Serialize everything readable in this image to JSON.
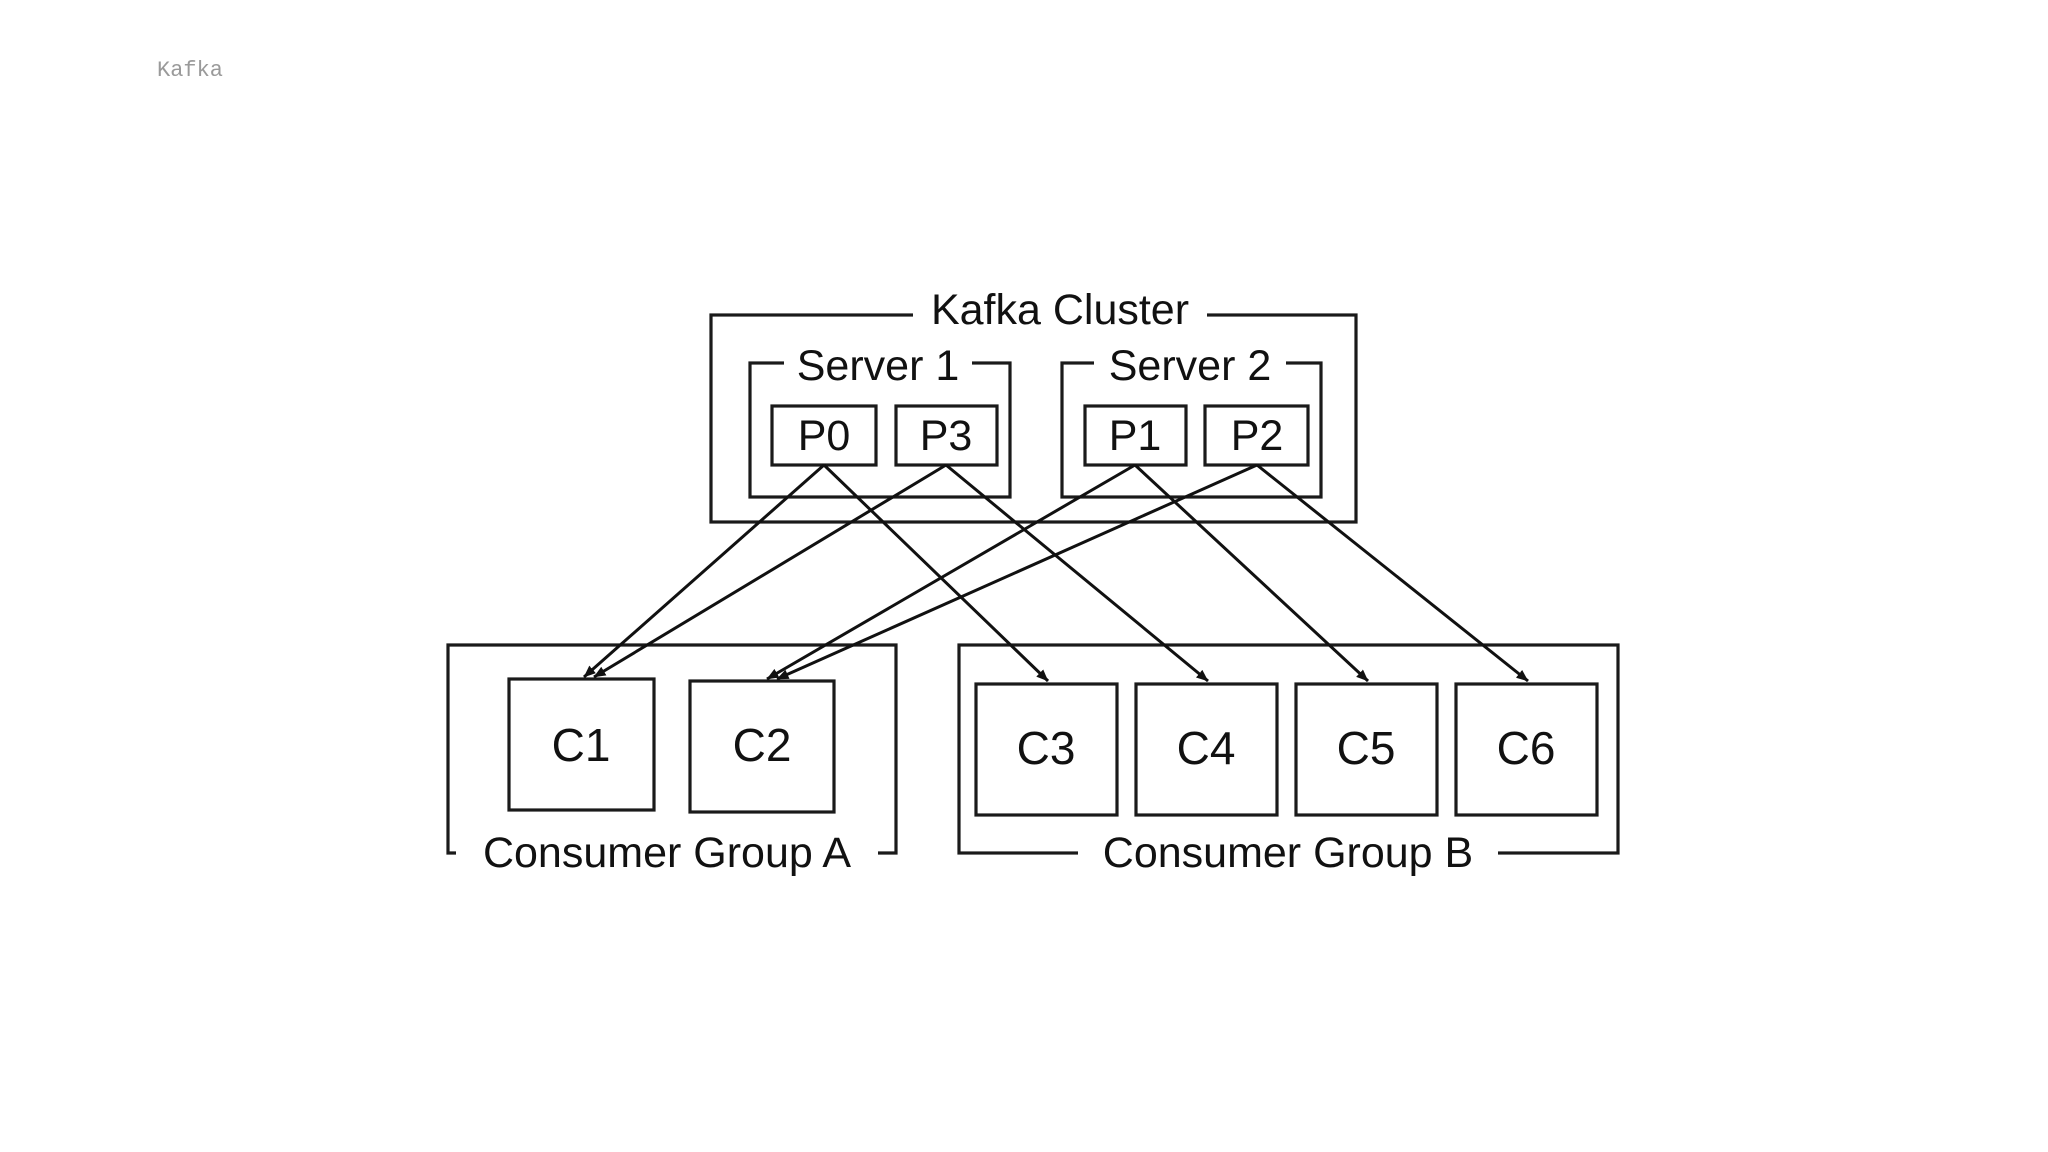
{
  "page_title": "Kafka",
  "diagram": {
    "cluster_label": "Kafka Cluster",
    "servers": [
      {
        "label": "Server 1",
        "partitions": [
          "P0",
          "P3"
        ]
      },
      {
        "label": "Server 2",
        "partitions": [
          "P1",
          "P2"
        ]
      }
    ],
    "consumer_groups": [
      {
        "label": "Consumer Group A",
        "consumers": [
          "C1",
          "C2"
        ]
      },
      {
        "label": "Consumer Group B",
        "consumers": [
          "C3",
          "C4",
          "C5",
          "C6"
        ]
      }
    ],
    "assignments": [
      {
        "from": "P0",
        "to": "C1"
      },
      {
        "from": "P3",
        "to": "C1"
      },
      {
        "from": "P1",
        "to": "C2"
      },
      {
        "from": "P2",
        "to": "C2"
      },
      {
        "from": "P0",
        "to": "C3"
      },
      {
        "from": "P3",
        "to": "C4"
      },
      {
        "from": "P1",
        "to": "C5"
      },
      {
        "from": "P2",
        "to": "C6"
      }
    ]
  }
}
